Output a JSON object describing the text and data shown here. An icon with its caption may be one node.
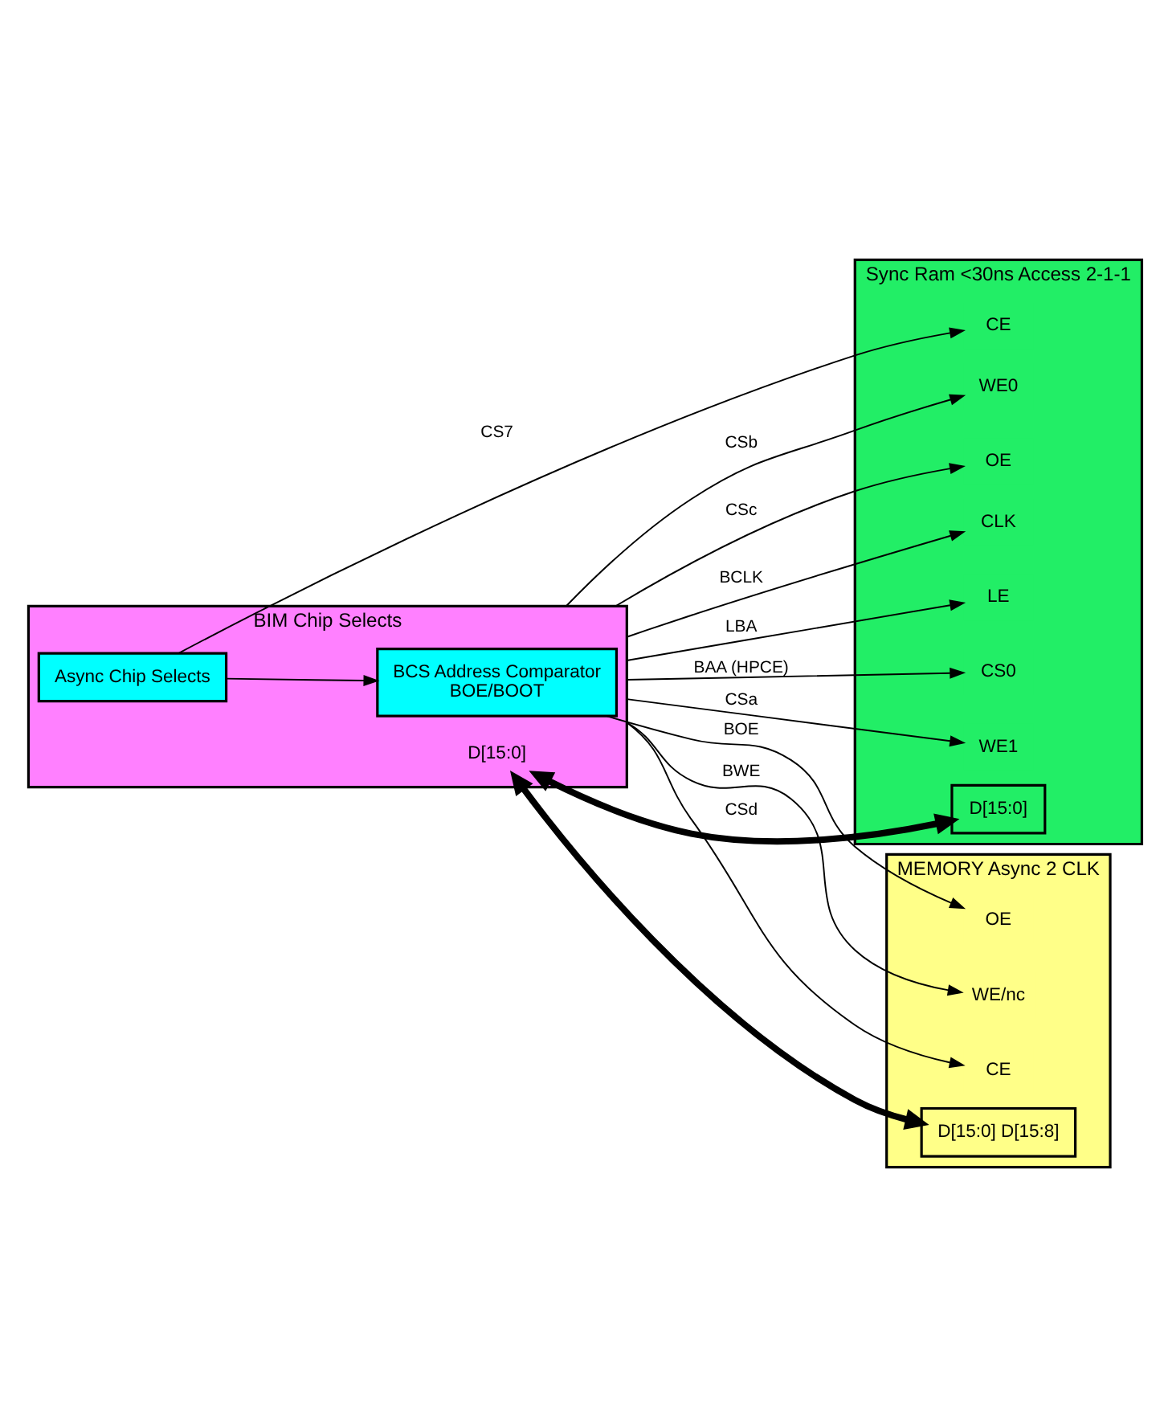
{
  "diagram": {
    "nodes": [
      {
        "text": [
          "BIM Chip Selects"
        ]
      },
      {
        "text": [
          "BCS Address Comparator",
          "BOE/BOOT"
        ],
        "in": 0
      },
      {
        "text": [
          "D[15:0]"
        ],
        "in": 0
      },
      {
        "text": [
          "Async Chip Selects"
        ],
        "in": 0
      },
      {
        "text": [
          "Sync Ram <30ns Access 2-1-1"
        ]
      },
      {
        "text": [
          "CLK"
        ],
        "in": 4
      },
      {
        "text": [
          "LE"
        ],
        "in": 4
      },
      {
        "text": [
          "CS0"
        ],
        "in": 4
      },
      {
        "text": [
          "WE1"
        ],
        "in": 4
      },
      {
        "text": [
          "WE0"
        ],
        "in": 4
      },
      {
        "text": [
          "OE"
        ],
        "in": 4
      },
      {
        "text": [
          "CE"
        ],
        "in": 4
      },
      {
        "text": [
          "D[15:0]"
        ],
        "in": 4
      },
      {
        "text": [
          "MEMORY Async 2 CLK"
        ]
      },
      {
        "text": [
          "D[15:0] D[15:8]"
        ],
        "in": 13
      },
      {
        "text": [
          "OE"
        ],
        "in": 13
      },
      {
        "text": [
          "WE/nc"
        ],
        "in": 13
      },
      {
        "text": [
          "CE"
        ],
        "in": 13
      }
    ],
    "edges": [
      {
        "from": 0,
        "to": 5,
        "arrow": "to",
        "label": "BCLK"
      },
      {
        "from": 0,
        "to": 6,
        "arrow": "to",
        "label": "LBA"
      },
      {
        "from": 0,
        "to": 7,
        "arrow": "to",
        "label": "BAA (HPCE)"
      },
      {
        "from": 0,
        "to": 8,
        "arrow": "to",
        "label": "CSa"
      },
      {
        "from": 0,
        "to": 9,
        "arrow": "to",
        "label": "CSb"
      },
      {
        "from": 0,
        "to": 10,
        "arrow": "to",
        "label": "CSc"
      },
      {
        "from": 3,
        "to": 11,
        "arrow": "to",
        "label": "CS7"
      },
      {
        "from": 3,
        "to": 1,
        "arrow": "to"
      },
      {
        "from": 2,
        "to": 12,
        "arrow": "both",
        "style": "thick"
      },
      {
        "from": 2,
        "to": 14,
        "arrow": "both",
        "style": "thick"
      },
      {
        "from": 1,
        "to": 15,
        "arrow": "to",
        "label": "BOE"
      },
      {
        "from": 0,
        "to": 16,
        "arrow": "to",
        "label": "BWE"
      },
      {
        "from": 0,
        "to": 17,
        "arrow": "to",
        "label": "CSd"
      }
    ]
  }
}
